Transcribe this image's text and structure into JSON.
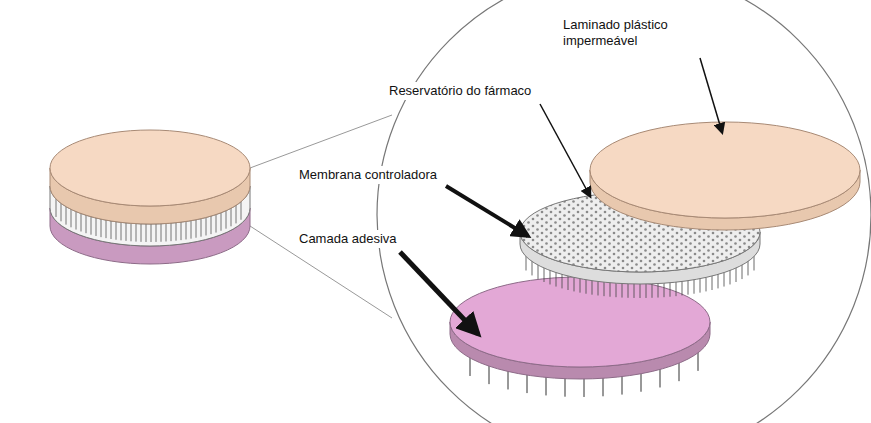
{
  "diagram": {
    "labels": [
      "Laminado plástico impermeável",
      "Reservatório do fármaco",
      "Membrana controladora",
      "Camada adesiva"
    ]
  }
}
